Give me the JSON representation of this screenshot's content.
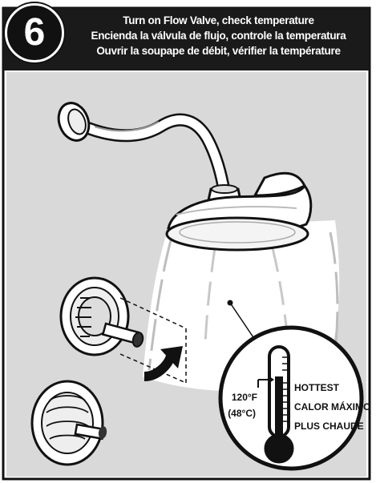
{
  "step": {
    "number": "6"
  },
  "header": {
    "line_en": "Turn on Flow Valve, check temperature",
    "line_es": "Encienda la válvula de flujo, controle la temperatura",
    "line_fr": "Ouvrir la soupape de débit, vérifier la température"
  },
  "thermometer": {
    "temp_f": "120°F",
    "temp_c": "(48°C)",
    "label_en": "HOTTEST",
    "label_es": "CALOR MÁXIMO",
    "label_fr": "PLUS CHAUDE"
  },
  "colors": {
    "header_bg": "#1a1a1a",
    "frame_bg": "#d9d9d9",
    "water": "#ffffff",
    "outline": "#111111"
  }
}
